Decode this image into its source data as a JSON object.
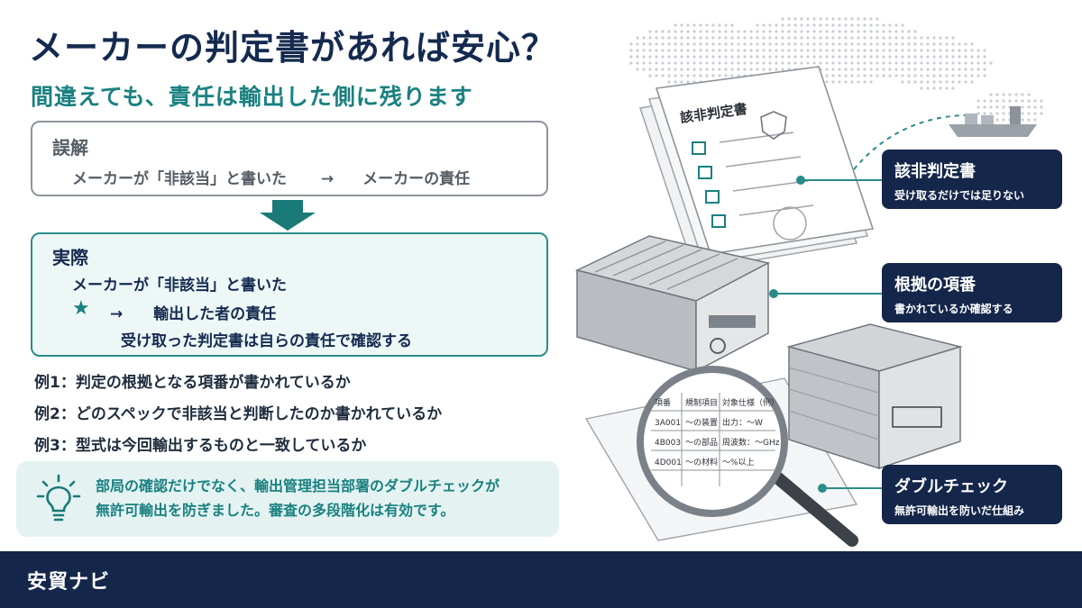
{
  "header": {
    "title": "メーカーの判定書があれば安心？",
    "subtitle": "間違えても、責任は輸出した側に残ります"
  },
  "misconception": {
    "heading": "誤解",
    "statement": "メーカーが「非該当」と書いた",
    "arrow": "→",
    "result": "メーカーの責任"
  },
  "reality": {
    "heading": "実際",
    "line1": "メーカーが「非該当」と書いた",
    "arrow": "→",
    "line2": "輸出した者の責任",
    "line3": "受け取った判定書は自らの責任で確認する"
  },
  "examples": [
    "例1：判定の根拠となる項番が書かれているか",
    "例2：どのスペックで非該当と判断したのか書かれているか",
    "例3：型式は今回輸出するものと一致しているか"
  ],
  "tip": {
    "line1": "部局の確認だけでなく、輸出管理担当部署のダブルチェックが",
    "line2": "無許可輸出を防ぎました。審査の多段階化は有効です。"
  },
  "callouts": [
    {
      "title": "該非判定書",
      "sub": "受け取るだけでは足りない"
    },
    {
      "title": "根拠の項番",
      "sub": "書かれているか確認する"
    },
    {
      "title": "ダブルチェック",
      "sub": "無許可輸出を防いだ仕組み"
    }
  ],
  "document": {
    "title": "該非判定書"
  },
  "magnifier_table": {
    "headers": [
      "項番",
      "規制項目",
      "対象仕様（例）"
    ],
    "rows": [
      [
        "3A001",
        "〜の装置",
        "出力：〜W"
      ],
      [
        "4B003",
        "〜の部品",
        "周波数：〜GHz"
      ],
      [
        "4D001",
        "〜の材料",
        "〜%以上"
      ]
    ]
  },
  "footer": {
    "brand": "安貿ナビ"
  },
  "colors": {
    "navy": "#14264a",
    "teal": "#1a8080",
    "tip_bg": "#e4f3f2"
  }
}
